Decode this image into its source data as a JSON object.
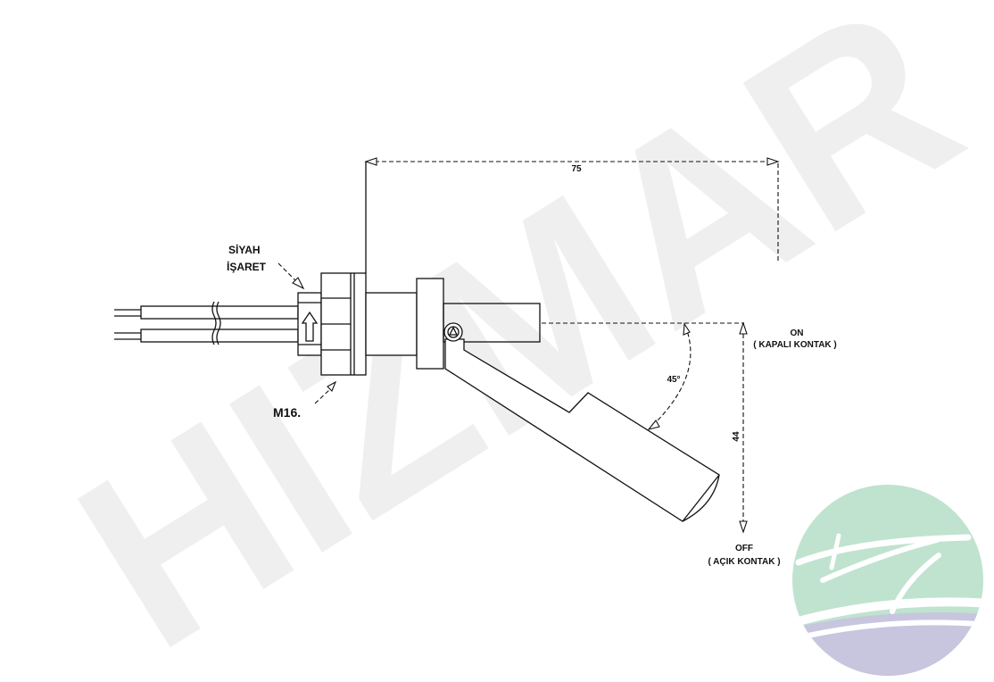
{
  "watermark": {
    "text": "HIZMAR",
    "color": "#efefef"
  },
  "labels": {
    "black_mark_line1": "SİYAH",
    "black_mark_line2": "İŞARET",
    "thread": "M16.",
    "length_dim": "75",
    "angle_dim": "45°",
    "height_dim": "44",
    "on_state": "ON",
    "on_desc": "( KAPALI KONTAK )",
    "off_state": "OFF",
    "off_desc": "( AÇIK KONTAK )"
  },
  "logo": {
    "icon": "boat-wave-logo",
    "top_color": "#bfe3cf",
    "bottom_color": "#c8c5df"
  },
  "colors": {
    "line": "#111111",
    "background": "#ffffff"
  }
}
